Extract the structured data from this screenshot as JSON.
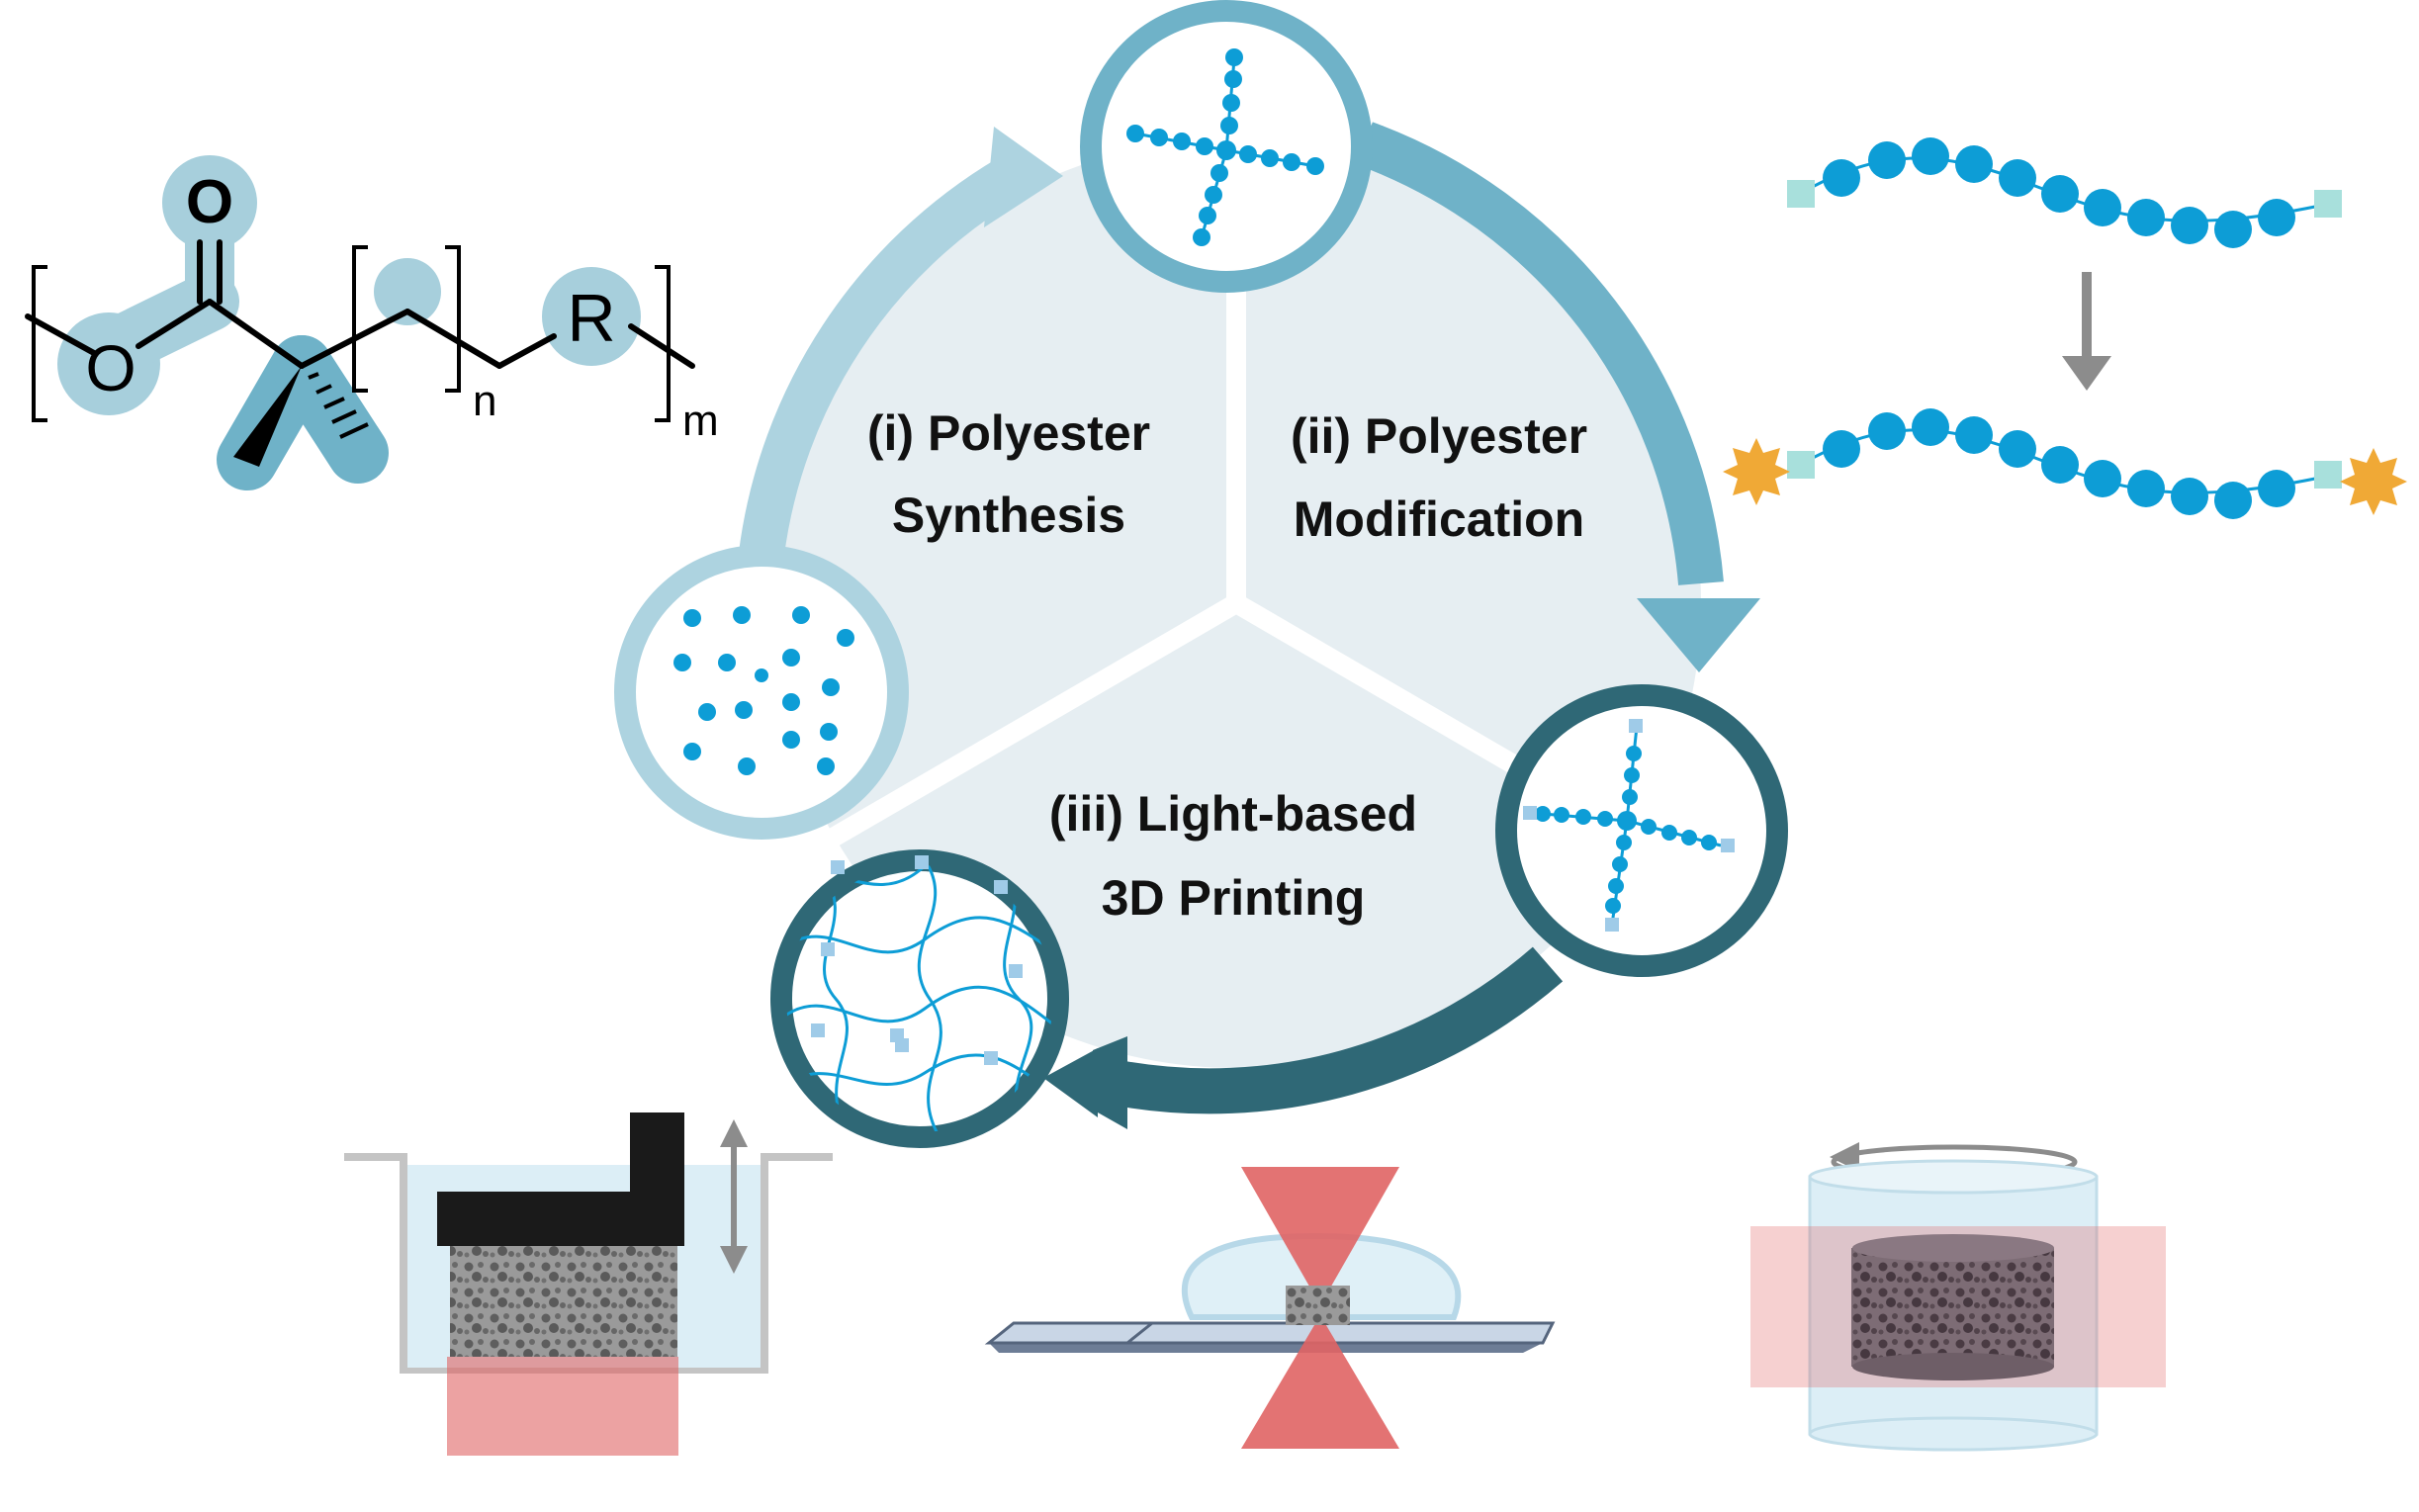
{
  "steps": [
    {
      "line1": "(i) Polyester",
      "line2": "Synthesis"
    },
    {
      "line1": "(ii) Polyester",
      "line2": "Modification"
    },
    {
      "line1": "(iii) Light-based",
      "line2": "3D Printing"
    }
  ],
  "chemistry": {
    "oxygen_carbonyl": "O",
    "oxygen_ester": "O",
    "group_r": "R",
    "subscript_n": "n",
    "subscript_m": "m"
  },
  "colors": {
    "step1_light": "#add3e0",
    "step2_medium": "#6fb2c8",
    "step3_dark": "#2f6876",
    "sector_fill": "#e6eef2",
    "bead_blue": "#0d9dd6",
    "end_group": "#a8e0dc",
    "star_orange": "#f0a936",
    "light_red": "#e06464",
    "resin_blue": "#dceef6"
  }
}
